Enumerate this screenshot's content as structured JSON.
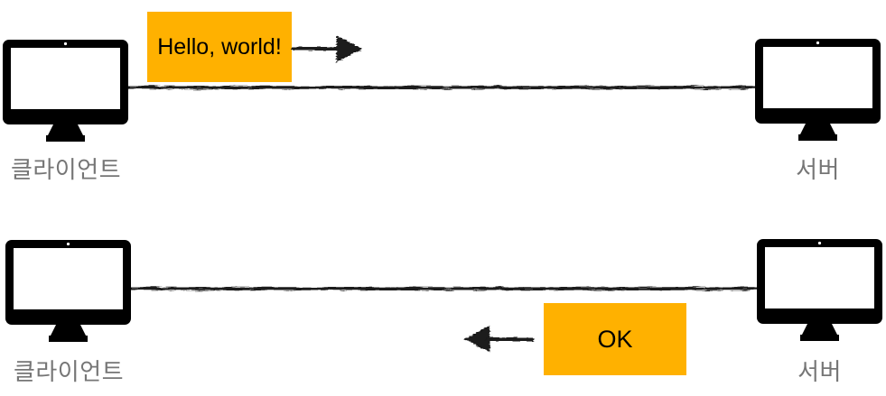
{
  "diagram": {
    "description_rows": 2
  },
  "colors": {
    "message_box_bg": "#FFB100",
    "message_text": "#000000",
    "label_text": "#767676",
    "device": "#000000",
    "connector": "#1a1a1a"
  },
  "rows": [
    {
      "client_label": "클라이언트",
      "server_label": "서버",
      "message": "Hello, world!",
      "direction": "right"
    },
    {
      "client_label": "클라이언트",
      "server_label": "서버",
      "message": "OK",
      "direction": "left"
    }
  ]
}
